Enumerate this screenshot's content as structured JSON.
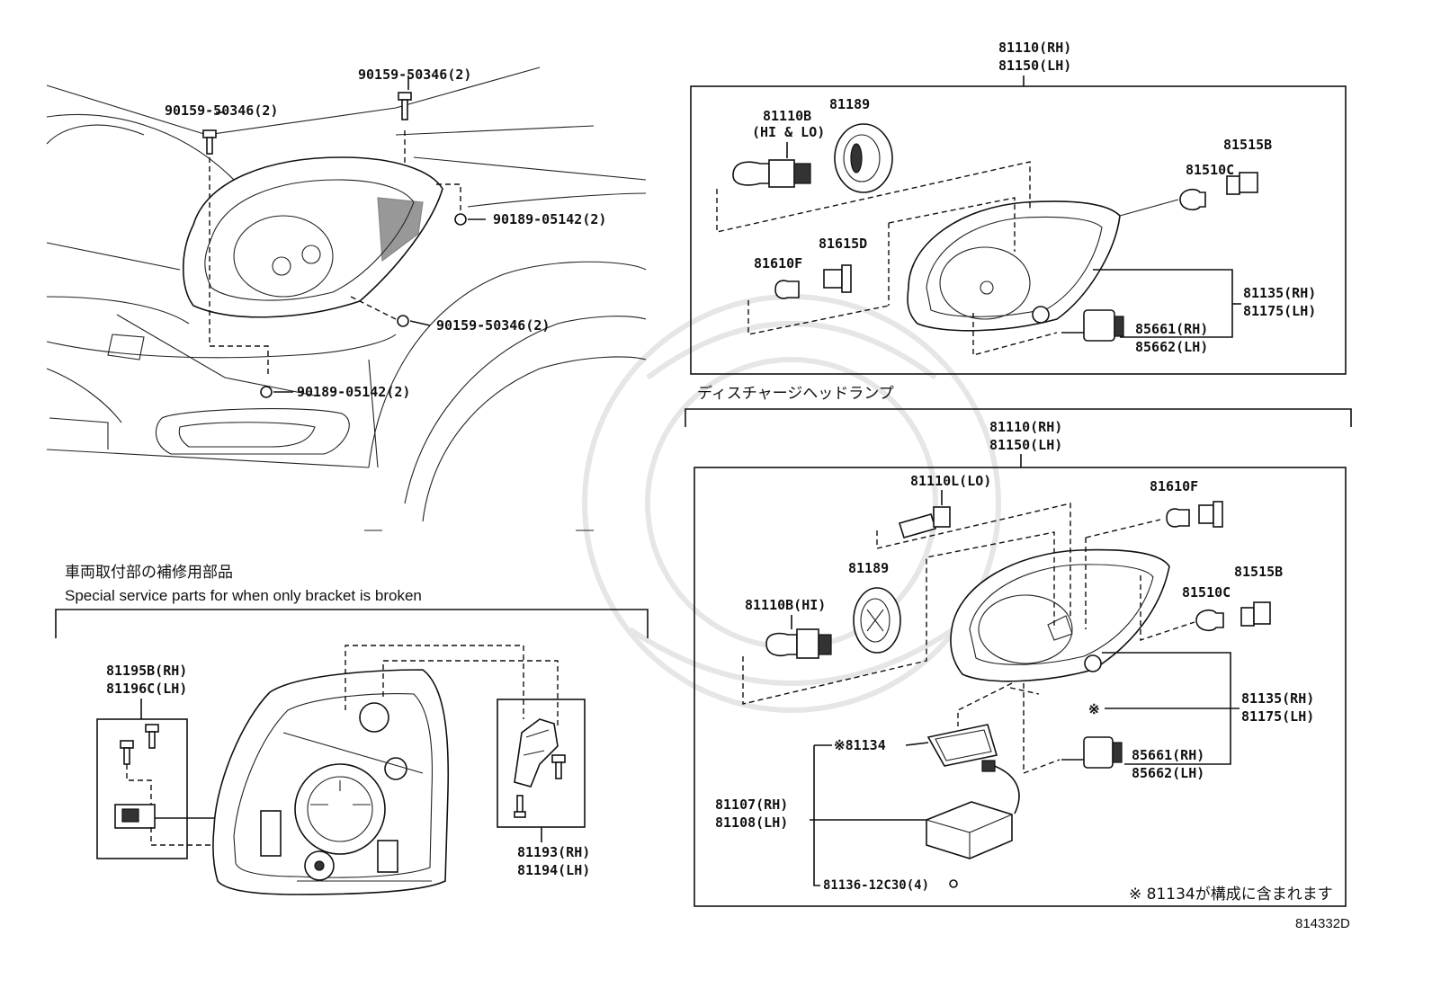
{
  "top_left": {
    "bolt_upper_left": "90159-50346(2)",
    "bolt_upper_center": "90159-50346(2)",
    "clip_right": "90189-05142(2)",
    "bolt_lower": "90159-50346(2)",
    "clip_bottom": "90189-05142(2)"
  },
  "halogen_panel": {
    "assembly_rh": "81110(RH)",
    "assembly_lh": "81150(LH)",
    "bulb_hi_lo": "81110B",
    "bulb_hi_lo_note": "(HI & LO)",
    "cover": "81189",
    "socket_top": "81515B",
    "bulb_position": "81510C",
    "socket_small": "81615D",
    "bulb_small": "81610F",
    "housing_rh": "81135(RH)",
    "housing_lh": "81175(LH)",
    "actuator_rh": "85661(RH)",
    "actuator_lh": "85662(LH)"
  },
  "discharge_panel": {
    "title": "ディスチャージヘッドランプ",
    "assembly_rh": "81110(RH)",
    "assembly_lh": "81150(LH)",
    "bulb_lo": "81110L(LO)",
    "bulb_small": "81610F",
    "cover": "81189",
    "socket_top": "81515B",
    "bulb_hi": "81110B(HI)",
    "bulb_position": "81510C",
    "housing_rh": "81135(RH)",
    "housing_lh": "81175(LH)",
    "note_mark": "※",
    "gasket": "※81134",
    "actuator_rh": "85661(RH)",
    "actuator_lh": "85662(LH)",
    "ballast_rh": "81107(RH)",
    "ballast_lh": "81108(LH)",
    "screw": "81136-12C30(4)",
    "footnote": "※ 81134が構成に含まれます"
  },
  "bracket_panel": {
    "title_jp": "車両取付部の補修用部品",
    "title_en": "Special service parts for when only bracket is broken",
    "bracket_rh": "81195B(RH)",
    "bracket_lh": "81196C(LH)",
    "bracket2_rh": "81193(RH)",
    "bracket2_lh": "81194(LH)"
  },
  "figure_ref": "814332D"
}
